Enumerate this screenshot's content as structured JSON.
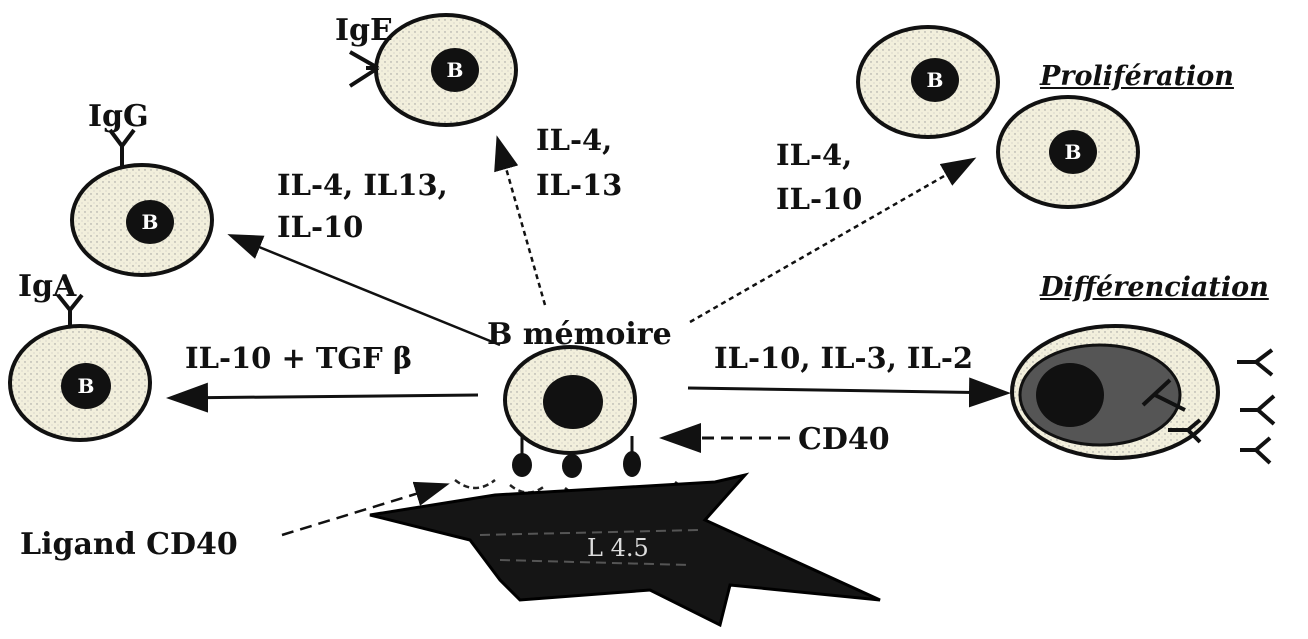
{
  "diagram": {
    "center_cell": "B mémoire",
    "stromal_cell_label": "L 4.5",
    "b_cell_label": "B",
    "antibodies": {
      "ige": "IgE",
      "igg": "IgG",
      "iga": "IgA"
    },
    "cytokines": {
      "to_ige_line1": "IL-4,",
      "to_ige_line2": "IL-13",
      "to_igg_line1": "IL-4, IL13,",
      "to_igg_line2": "IL-10",
      "to_iga": "IL-10 + TGF β",
      "to_prolif_line1": "IL-4,",
      "to_prolif_line2": "IL-10",
      "to_diff": "IL-10, IL-3, IL-2"
    },
    "outcomes": {
      "proliferation": "Prolifération",
      "differentiation": "Différenciation"
    },
    "cd40": "CD40",
    "ligand": "Ligand CD40"
  }
}
